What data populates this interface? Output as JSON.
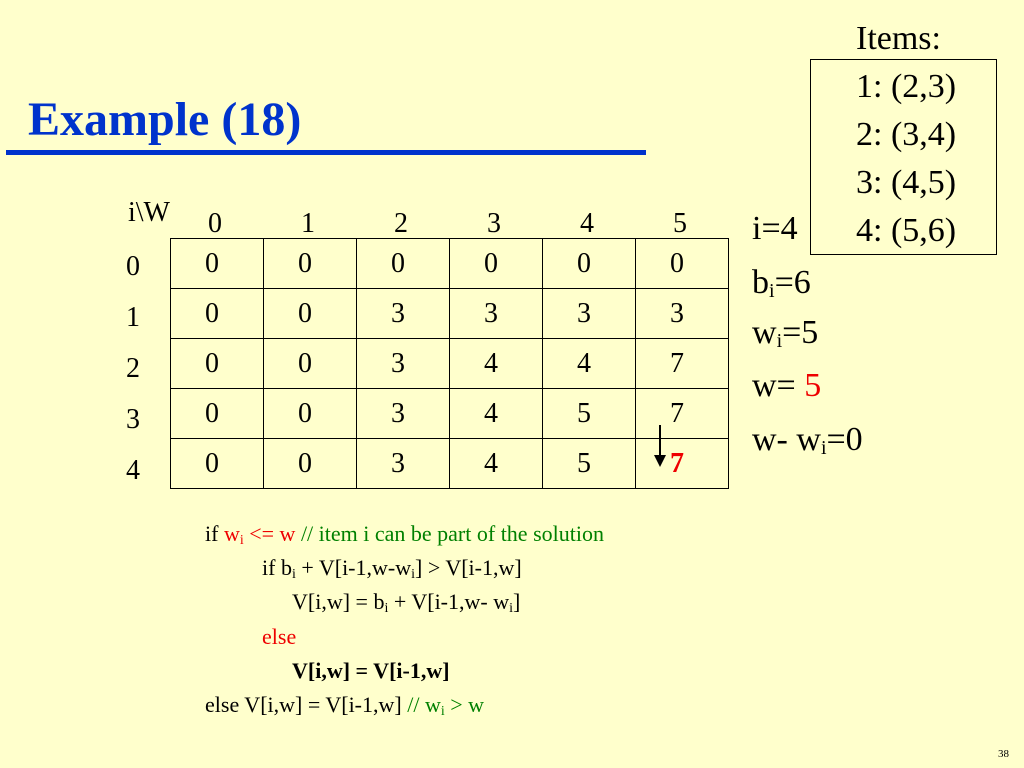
{
  "slide": {
    "title": "Example (18)",
    "page_number": "38"
  },
  "items": {
    "label": "Items:",
    "list": [
      "1: (2,3)",
      "2: (3,4)",
      "3: (4,5)",
      "4: (5,6)"
    ]
  },
  "vars": {
    "i": "i=4",
    "b_prefix": "b",
    "b_sub": "i",
    "b_suffix": "=6",
    "w_prefix": "w",
    "w_sub": "i",
    "w_suffix": "=5",
    "W_prefix": "w= ",
    "W_value": "5",
    "diff_prefix": "w- w",
    "diff_sub": "i",
    "diff_suffix": "=0"
  },
  "table": {
    "corner": "i\\W",
    "col_headers": [
      "0",
      "1",
      "2",
      "3",
      "4",
      "5"
    ],
    "row_headers": [
      "0",
      "1",
      "2",
      "3",
      "4"
    ],
    "rows": [
      [
        "0",
        "0",
        "0",
        "0",
        "0",
        "0"
      ],
      [
        "0",
        "0",
        "3",
        "3",
        "3",
        "3"
      ],
      [
        "0",
        "0",
        "3",
        "4",
        "4",
        "7"
      ],
      [
        "0",
        "0",
        "3",
        "4",
        "5",
        "7"
      ],
      [
        "0",
        "0",
        "3",
        "4",
        "5",
        "7"
      ]
    ],
    "highlight_cell": [
      4,
      5
    ]
  },
  "code": {
    "l1_if": "if ",
    "l1_cond": "w",
    "l1_cond_sub": "i",
    "l1_cond2": " <= w",
    "l1_comment": " // item i can be part of the solution",
    "l2a": "if b",
    "l2a_sub": "i",
    "l2b": " + V[i-1,w-w",
    "l2b_sub": "i",
    "l2c": "] > V[i-1,w]",
    "l3a": "V[i,w] = b",
    "l3a_sub": "i",
    "l3b": " + V[i-1,w- w",
    "l3b_sub": "i",
    "l3c": "]",
    "l4": "else",
    "l5": "V[i,w] = V[i-1,w]",
    "l6a": "else V[i,w] = V[i-1,w]  ",
    "l6_comment": "// w",
    "l6_comment_sub": "i",
    "l6_comment2": " > w"
  }
}
